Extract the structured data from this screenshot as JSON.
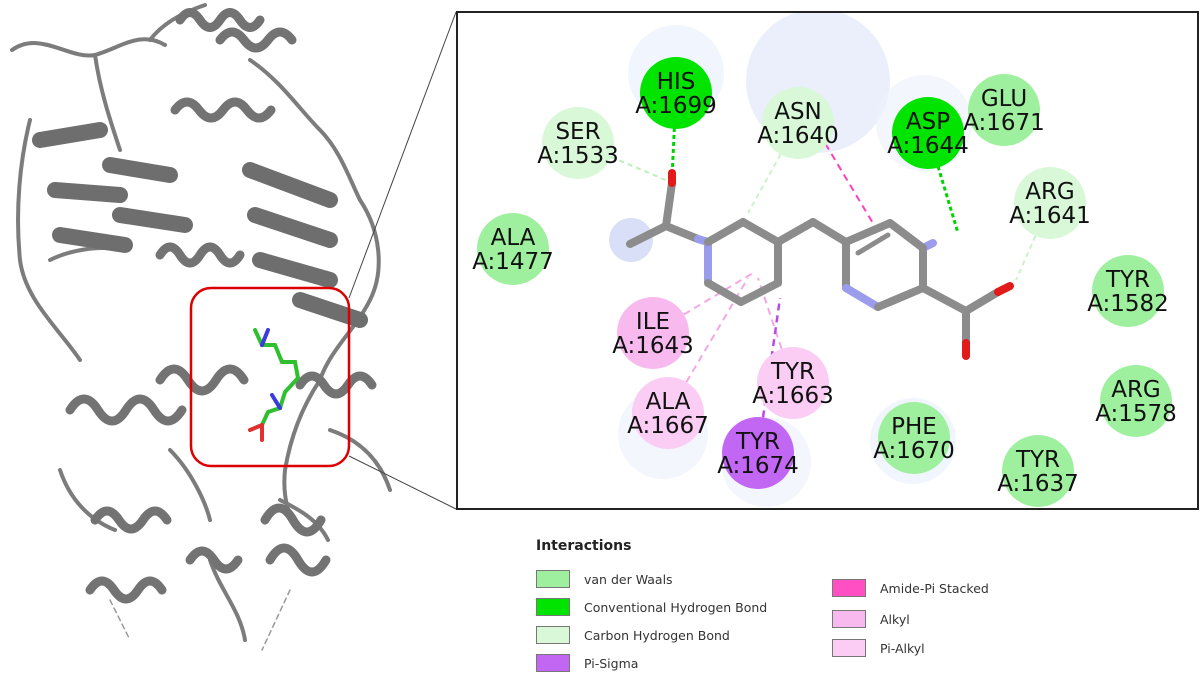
{
  "colors": {
    "van_der_waals": "#9ef09e",
    "conventional_hbond": "#00e400",
    "carbon_hbond": "#d8f8d8",
    "pi_sigma": "#c266f4",
    "amide_pi": "#ff4fc2",
    "alkyl": "#f7b9ee",
    "pi_alkyl": "#fbcdf4",
    "carbon": "#8c8c8c",
    "nitrogen": "#8b8be8",
    "oxygen": "#e11a1a",
    "protein": "#808080",
    "zoom_box": "#dd0000"
  },
  "residues": [
    {
      "name": "HIS",
      "id": "A:1699",
      "type": "conventional_hbond"
    },
    {
      "name": "SER",
      "id": "A:1533",
      "type": "carbon_hbond"
    },
    {
      "name": "ASN",
      "id": "A:1640",
      "type": "carbon_hbond"
    },
    {
      "name": "ASP",
      "id": "A:1644",
      "type": "conventional_hbond"
    },
    {
      "name": "GLU",
      "id": "A:1671",
      "type": "van_der_waals"
    },
    {
      "name": "ARG",
      "id": "A:1641",
      "type": "carbon_hbond"
    },
    {
      "name": "ALA",
      "id": "A:1477",
      "type": "van_der_waals"
    },
    {
      "name": "TYR",
      "id": "A:1582",
      "type": "van_der_waals"
    },
    {
      "name": "ILE",
      "id": "A:1643",
      "type": "alkyl"
    },
    {
      "name": "TYR",
      "id": "A:1663",
      "type": "pi_alkyl"
    },
    {
      "name": "ARG",
      "id": "A:1578",
      "type": "van_der_waals"
    },
    {
      "name": "ALA",
      "id": "A:1667",
      "type": "pi_alkyl"
    },
    {
      "name": "PHE",
      "id": "A:1670",
      "type": "van_der_waals"
    },
    {
      "name": "TYR",
      "id": "A:1637",
      "type": "van_der_waals"
    },
    {
      "name": "TYR",
      "id": "A:1674",
      "type": "pi_sigma"
    }
  ],
  "legend": {
    "title": "Interactions",
    "items": [
      {
        "label": "van der Waals",
        "type": "van_der_waals"
      },
      {
        "label": "Conventional Hydrogen Bond",
        "type": "conventional_hbond"
      },
      {
        "label": "Carbon Hydrogen Bond",
        "type": "carbon_hbond"
      },
      {
        "label": "Pi-Sigma",
        "type": "pi_sigma"
      },
      {
        "label": "Amide-Pi Stacked",
        "type": "amide_pi"
      },
      {
        "label": "Alkyl",
        "type": "alkyl"
      },
      {
        "label": "Pi-Alkyl",
        "type": "pi_alkyl"
      }
    ]
  }
}
